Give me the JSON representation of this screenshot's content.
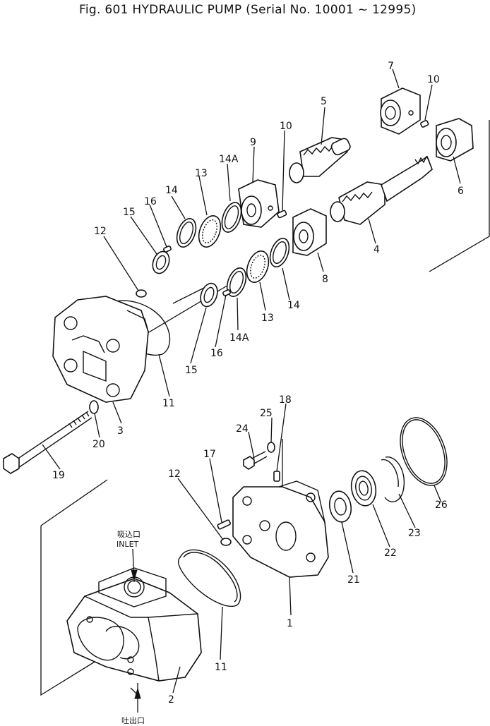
{
  "title": "Fig. 601  HYDRAULIC  PUMP  (Serial  No. 10001 ~ 12995)",
  "port_labels": {
    "inlet_jp": "吸込口",
    "inlet": "INLET",
    "outlet_jp": "吐出口"
  },
  "callouts": {
    "c1": "1",
    "c2": "2",
    "c3": "3",
    "c4": "4",
    "c5": "5",
    "c6": "6",
    "c7": "7",
    "c8": "8",
    "c9": "9",
    "c10a": "10",
    "c10b": "10",
    "c11a": "11",
    "c11b": "11",
    "c12a": "12",
    "c12b": "12",
    "c13a": "13",
    "c13b": "13",
    "c14a": "14",
    "c14b": "14",
    "c14Aa": "14A",
    "c14Ab": "14A",
    "c15a": "15",
    "c15b": "15",
    "c16a": "16",
    "c16b": "16",
    "c17": "17",
    "c18": "18",
    "c19": "19",
    "c20": "20",
    "c21": "21",
    "c22": "22",
    "c23": "23",
    "c24": "24",
    "c25": "25",
    "c26": "26"
  }
}
